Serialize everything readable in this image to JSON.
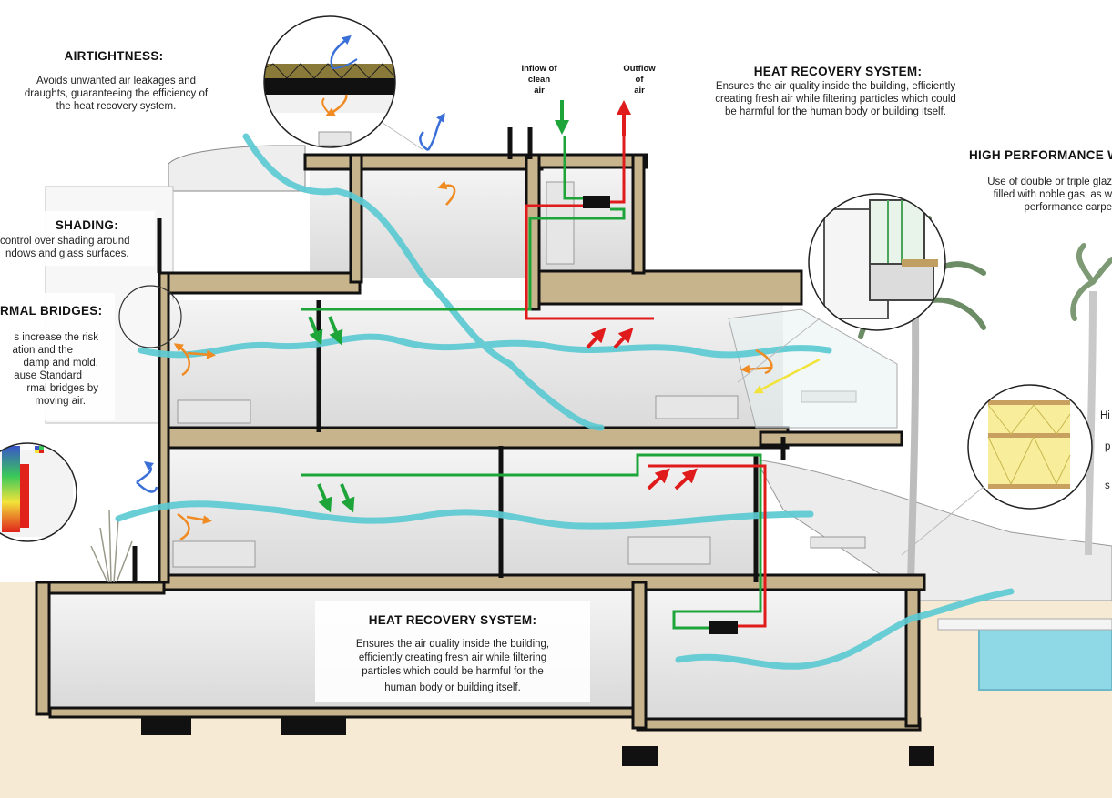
{
  "colors": {
    "ground": "#f6ead4",
    "wall": "#c8b48c",
    "airflow": "#5ccad2",
    "clean_air": "#1ea53a",
    "exhaust_air": "#e01b1b",
    "warm_arrow": "#f08a22",
    "cold_arrow": "#3a6fd8",
    "sun_arrow": "#f2e33a",
    "pool": "#8fd8e6"
  },
  "labels": {
    "airtightness": {
      "title": "AIRTIGHTNESS:",
      "lines": [
        "Avoids unwanted air leakages and",
        "draughts, guaranteeing the efficiency of",
        "the heat recovery system."
      ]
    },
    "hrs_top": {
      "title": "HEAT RECOVERY SYSTEM:",
      "lines": [
        "Ensures the air quality inside the building, efficiently",
        "creating fresh air while filtering particles which could",
        "be harmful for the human body or building itself."
      ]
    },
    "high_performance": {
      "title": "HIGH PERFORMANCE W",
      "lines": [
        "Use of double or triple glaz",
        "filled with noble gas, as w",
        "performance carpe"
      ]
    },
    "shading": {
      "title": "SHADING:",
      "lines": [
        "control over shading around",
        "ndows and glass surfaces."
      ]
    },
    "thermal_bridges": {
      "title": "RMAL BRIDGES:",
      "lines": [
        "s increase the risk",
        "ation and the",
        "damp and mold.",
        "ause Standard",
        "rmal bridges by",
        "moving air."
      ]
    },
    "hrs_bottom": {
      "title": "HEAT RECOVERY SYSTEM:",
      "lines": [
        "Ensures the air quality inside the building,",
        "efficiently creating fresh air while filtering",
        "particles which could be harmful for the",
        "human body or building itself."
      ]
    },
    "inflow": [
      "Inflow of",
      "clean",
      "air"
    ],
    "outflow": [
      "Outflow",
      "of",
      "air"
    ],
    "insulation_fragments": [
      "Hi",
      "p",
      "s"
    ]
  }
}
